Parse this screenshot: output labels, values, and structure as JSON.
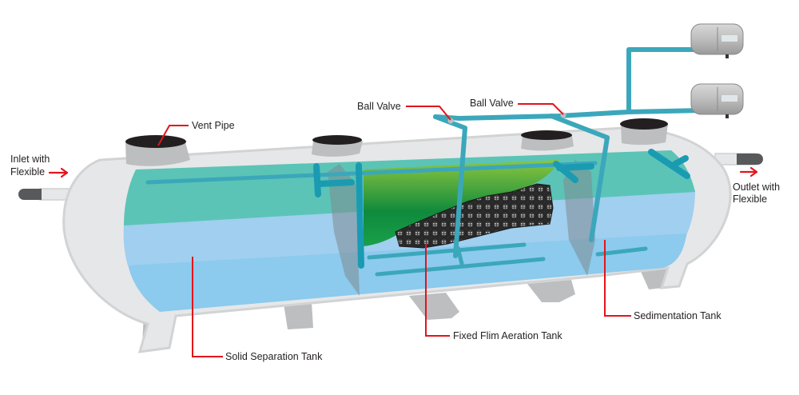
{
  "title": "Fixed Film Aeration Septic Tank System",
  "labels": {
    "inlet": [
      "Inlet with",
      "Flexible"
    ],
    "outlet": [
      "Outlet with",
      "Flexible"
    ],
    "vent_pipe": "Vent Pipe",
    "ball_valve_1": "Ball Valve",
    "ball_valve_2": "Ball Valve",
    "solid_separation_tank": "Solid Separation Tank",
    "fixed_film_aeration_tank": "Fixed Flim Aeration Tank",
    "sedimentation_tank": "Sedimentation Tank"
  },
  "components": {
    "air_blowers": 2,
    "manholes": 4
  },
  "colors": {
    "leader_line": "#e3141c",
    "pipe": "#3ba7bb",
    "scum_layer": "#5bc4b6",
    "water_upper": "#a0cfef",
    "water_lower": "#8ccaee",
    "tank_shell": "#e6e7e8",
    "biofilm_green_top": "#8cc63f",
    "biofilm_green_bottom": "#0a8a3a",
    "media": "#333333"
  }
}
